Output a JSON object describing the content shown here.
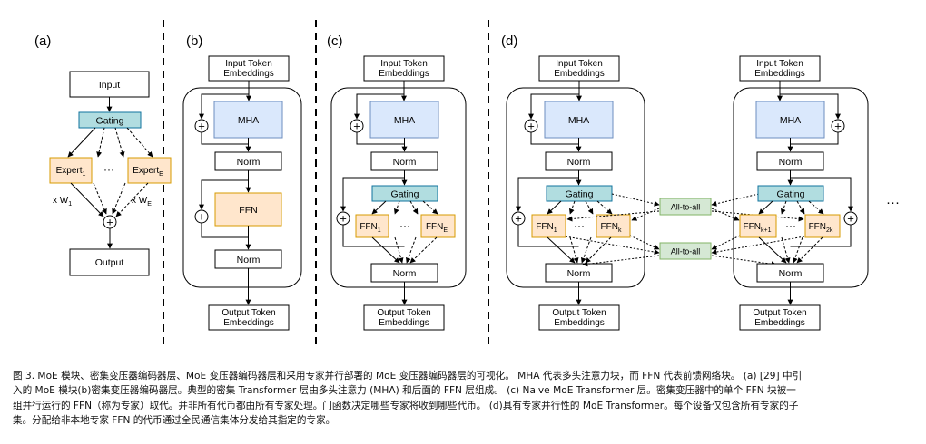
{
  "panels": {
    "a": {
      "label": "(a)",
      "input": "Input",
      "gating": "Gating",
      "expert_first": "Expert",
      "expert_first_sub": "1",
      "ellipsis": "···",
      "expert_last": "Expert",
      "expert_last_sub": "E",
      "weight_left": "x W",
      "weight_left_sub": "1",
      "weight_right": "x W",
      "weight_right_sub": "E",
      "plus": "+",
      "output": "Output"
    },
    "b": {
      "label": "(b)",
      "input_line1": "Input Token",
      "input_line2": "Embeddings",
      "mha": "MHA",
      "norm1": "Norm",
      "ffn": "FFN",
      "norm2": "Norm",
      "output_line1": "Output Token",
      "output_line2": "Embeddings",
      "plus": "+"
    },
    "c": {
      "label": "(c)",
      "input_line1": "Input Token",
      "input_line2": "Embeddings",
      "mha": "MHA",
      "norm1": "Norm",
      "gating": "Gating",
      "ffn_first": "FFN",
      "ffn_first_sub": "1",
      "ellipsis": "···",
      "ffn_last": "FFN",
      "ffn_last_sub": "E",
      "norm2": "Norm",
      "output_line1": "Output Token",
      "output_line2": "Embeddings",
      "plus": "+"
    },
    "d": {
      "label": "(d)",
      "left": {
        "input_line1": "Input Token",
        "input_line2": "Embeddings",
        "mha": "MHA",
        "norm1": "Norm",
        "gating": "Gating",
        "ffn_first": "FFN",
        "ffn_first_sub": "1",
        "ellipsis": "···",
        "ffn_last": "FFN",
        "ffn_last_sub": "k",
        "norm2": "Norm",
        "output_line1": "Output Token",
        "output_line2": "Embeddings"
      },
      "right": {
        "input_line1": "Input Token",
        "input_line2": "Embeddings",
        "mha": "MHA",
        "norm1": "Norm",
        "gating": "Gating",
        "ffn_first": "FFN",
        "ffn_first_sub": "k+1",
        "ellipsis": "···",
        "ffn_last": "FFN",
        "ffn_last_sub": "2k",
        "norm2": "Norm",
        "output_line1": "Output Token",
        "output_line2": "Embeddings"
      },
      "all_to_all_top": "All-to-all",
      "all_to_all_bottom": "All-to-all",
      "trailing_ellipsis": "···",
      "plus": "+"
    }
  },
  "caption": {
    "line1": "图 3. MoE 模块、密集变压器编码器层、MoE 变压器编码器层和采用专家并行部署的 MoE 变压器编码器层的可视化。 MHA 代表多头注意力块，而 FFN 代表前馈网络块。 (a) [29] 中引",
    "line2": "入的 MoE 模块(b)密集变压器编码器层。典型的密集 Transformer 层由多头注意力 (MHA) 和后面的 FFN 层组成。 (c) Naive MoE Transformer 层。密集变压器中的单个 FFN 块被一",
    "line3": "组并行运行的 FFN（称为专家）取代。并非所有代币都由所有专家处理。门函数决定哪些专家将收到哪些代币。 (d)具有专家并行性的 MoE Transformer。每个设备仅包含所有专家的子",
    "line4": "集。分配给非本地专家 FFN 的代币通过全民通信集体分发给其指定的专家。"
  },
  "colors": {
    "mha_fill": "#dae8fc",
    "mha_stroke": "#6c8ebf",
    "ffn_fill": "#ffe6cc",
    "ffn_stroke": "#d79b00",
    "gating_fill": "#b1dde0",
    "gating_stroke": "#10739e",
    "a2a_fill": "#d5e8d4",
    "a2a_stroke": "#82b366"
  }
}
